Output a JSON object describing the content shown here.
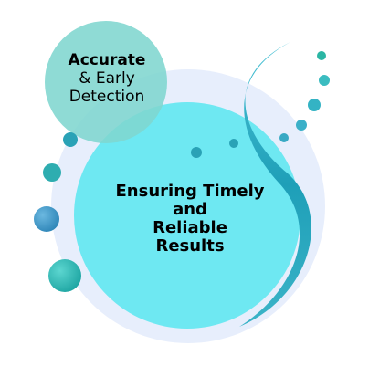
{
  "colors": {
    "outer_halo": "#e7eefc",
    "main_circle": "#6ee8f2",
    "accent_circle": "#7fd6cf",
    "swoosh_dark": "#1e9fb8",
    "swoosh_light": "#4cc3d6",
    "dot_dark": "#2aa2b6",
    "dot_teal": "#2fb9b0",
    "dot_blue": "#4a9cc7",
    "text": "#000000"
  },
  "center_label": {
    "lines": [
      "Ensuring Timely",
      "and",
      "Reliable",
      "Results"
    ]
  },
  "top_left_label": {
    "bold_line": "Accurate",
    "lines": [
      "& Early",
      "Detection"
    ]
  }
}
